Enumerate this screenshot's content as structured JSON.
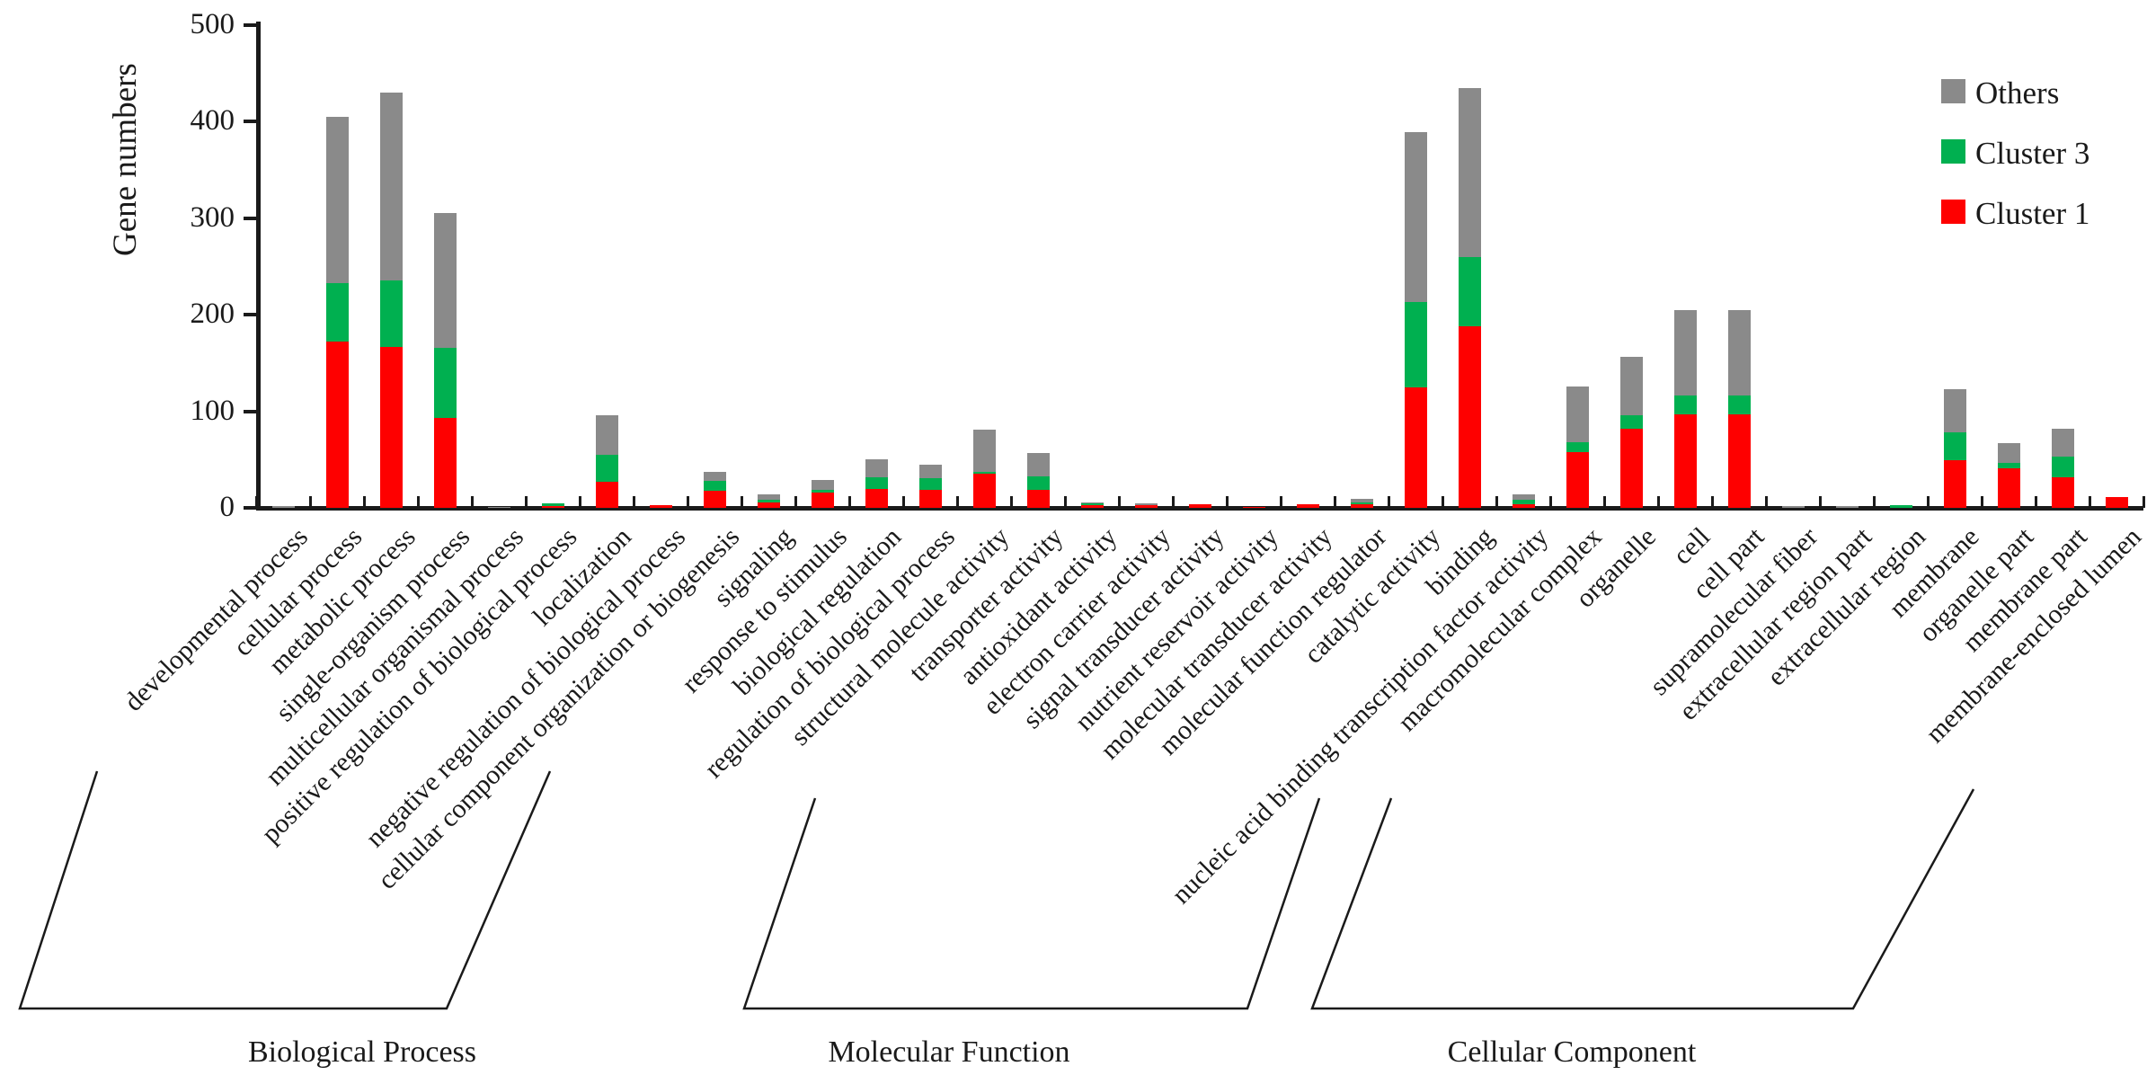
{
  "chart_data": {
    "type": "bar",
    "stacked": true,
    "ylabel": "Gene numbers",
    "ylim": [
      0,
      500
    ],
    "yticks": [
      0,
      100,
      200,
      300,
      400,
      500
    ],
    "grid": false,
    "legend_position": "top-right",
    "legend": [
      {
        "name": "Others",
        "color": "#8a8a8a"
      },
      {
        "name": "Cluster 3",
        "color": "#00b050"
      },
      {
        "name": "Cluster 1",
        "color": "#fe0000"
      }
    ],
    "categories": [
      "developmental process",
      "cellular process",
      "metabolic process",
      "single-organism process",
      "multicellular organismal process",
      "positive regulation of biological process",
      "localization",
      "negative regulation of biological process",
      "cellular component organization or biogenesis",
      "signaling",
      "response to stimulus",
      "biological regulation",
      "regulation of biological process",
      "structural molecule activity",
      "transporter activity",
      "antioxidant activity",
      "electron carrier activity",
      "signal transducer activity",
      "nutrient reservoir activity",
      "molecular transducer activity",
      "molecular function regulator",
      "catalytic activity",
      "binding",
      "nucleic acid binding transcription factor activity",
      "macromolecular complex",
      "organelle",
      "cell",
      "cell part",
      "supramolecular fiber",
      "extracellular region part",
      "extracellular region",
      "membrane",
      "organelle part",
      "membrane part",
      "membrane-enclosed lumen"
    ],
    "series": [
      {
        "name": "Cluster 1",
        "color": "#fe0000",
        "values": [
          0,
          172,
          167,
          93,
          0,
          2,
          27,
          3,
          18,
          6,
          16,
          20,
          19,
          35,
          19,
          3,
          3,
          4,
          1,
          4,
          4,
          125,
          188,
          4,
          58,
          82,
          97,
          97,
          0,
          0,
          0,
          49,
          41,
          32,
          11
        ]
      },
      {
        "name": "Cluster 3",
        "color": "#00b050",
        "values": [
          0,
          61,
          69,
          73,
          0,
          3,
          28,
          0,
          10,
          2,
          3,
          12,
          12,
          2,
          14,
          2,
          0,
          0,
          0,
          0,
          2,
          88,
          72,
          4,
          10,
          14,
          19,
          19,
          0,
          0,
          3,
          29,
          6,
          21,
          0
        ]
      },
      {
        "name": "Others",
        "color": "#8a8a8a",
        "values": [
          2,
          172,
          194,
          139,
          1,
          0,
          41,
          0,
          9,
          6,
          10,
          18,
          14,
          44,
          24,
          1,
          2,
          0,
          0,
          0,
          3,
          176,
          175,
          6,
          58,
          60,
          89,
          89,
          2,
          2,
          0,
          45,
          20,
          29,
          0
        ]
      }
    ],
    "groups": [
      {
        "label": "Biological Process",
        "start": 0,
        "end": 12
      },
      {
        "label": "Molecular Function",
        "start": 13,
        "end": 23
      },
      {
        "label": "Cellular Component",
        "start": 24,
        "end": 34
      }
    ]
  }
}
